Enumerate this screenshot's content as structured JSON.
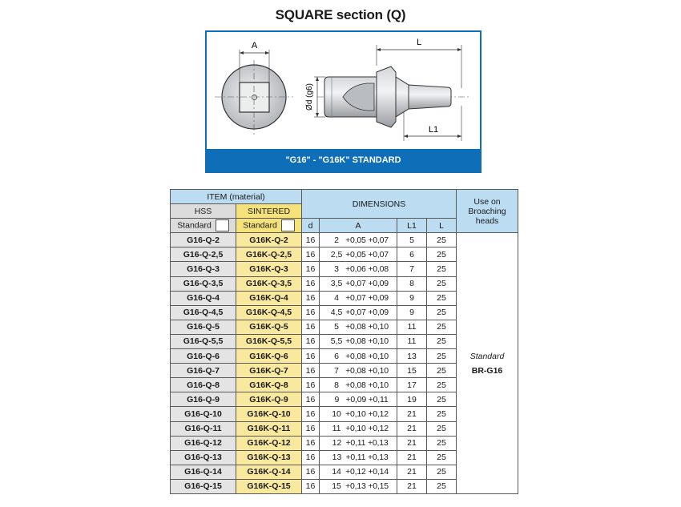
{
  "title": "SQUARE section (Q)",
  "drawing": {
    "label_a": "A",
    "label_l": "L",
    "label_l1": "L1",
    "label_d": "Ød (g6)",
    "banner": "\"G16\" - \"G16K\" STANDARD"
  },
  "table": {
    "item_header": "ITEM (material)",
    "hss": "HSS",
    "sintered": "SINTERED",
    "standard": "Standard",
    "dimensions": "DIMENSIONS",
    "use_on": "Use on Broaching heads",
    "col_d": "d",
    "col_a": "A",
    "col_l1": "L1",
    "col_l": "L",
    "use_standard": "Standard",
    "use_head": "BR-G16",
    "rows": [
      {
        "hss": "G16-Q-2",
        "sint": "G16K-Q-2",
        "d": "16",
        "a": "2",
        "tol": "+0,05 +0,07",
        "l1": "5",
        "l": "25"
      },
      {
        "hss": "G16-Q-2,5",
        "sint": "G16K-Q-2,5",
        "d": "16",
        "a": "2,5",
        "tol": "+0,05 +0,07",
        "l1": "6",
        "l": "25"
      },
      {
        "hss": "G16-Q-3",
        "sint": "G16K-Q-3",
        "d": "16",
        "a": "3",
        "tol": "+0,06 +0,08",
        "l1": "7",
        "l": "25"
      },
      {
        "hss": "G16-Q-3,5",
        "sint": "G16K-Q-3,5",
        "d": "16",
        "a": "3,5",
        "tol": "+0,07 +0,09",
        "l1": "8",
        "l": "25"
      },
      {
        "hss": "G16-Q-4",
        "sint": "G16K-Q-4",
        "d": "16",
        "a": "4",
        "tol": "+0,07 +0,09",
        "l1": "9",
        "l": "25"
      },
      {
        "hss": "G16-Q-4,5",
        "sint": "G16K-Q-4,5",
        "d": "16",
        "a": "4,5",
        "tol": "+0,07 +0,09",
        "l1": "9",
        "l": "25"
      },
      {
        "hss": "G16-Q-5",
        "sint": "G16K-Q-5",
        "d": "16",
        "a": "5",
        "tol": "+0,08 +0,10",
        "l1": "11",
        "l": "25"
      },
      {
        "hss": "G16-Q-5,5",
        "sint": "G16K-Q-5,5",
        "d": "16",
        "a": "5,5",
        "tol": "+0,08 +0,10",
        "l1": "11",
        "l": "25"
      },
      {
        "hss": "G16-Q-6",
        "sint": "G16K-Q-6",
        "d": "16",
        "a": "6",
        "tol": "+0,08 +0,10",
        "l1": "13",
        "l": "25"
      },
      {
        "hss": "G16-Q-7",
        "sint": "G16K-Q-7",
        "d": "16",
        "a": "7",
        "tol": "+0,08 +0,10",
        "l1": "15",
        "l": "25"
      },
      {
        "hss": "G16-Q-8",
        "sint": "G16K-Q-8",
        "d": "16",
        "a": "8",
        "tol": "+0,08 +0,10",
        "l1": "17",
        "l": "25"
      },
      {
        "hss": "G16-Q-9",
        "sint": "G16K-Q-9",
        "d": "16",
        "a": "9",
        "tol": "+0,09 +0,11",
        "l1": "19",
        "l": "25"
      },
      {
        "hss": "G16-Q-10",
        "sint": "G16K-Q-10",
        "d": "16",
        "a": "10",
        "tol": "+0,10 +0,12",
        "l1": "21",
        "l": "25"
      },
      {
        "hss": "G16-Q-11",
        "sint": "G16K-Q-11",
        "d": "16",
        "a": "11",
        "tol": "+0,10 +0,12",
        "l1": "21",
        "l": "25"
      },
      {
        "hss": "G16-Q-12",
        "sint": "G16K-Q-12",
        "d": "16",
        "a": "12",
        "tol": "+0,11 +0,13",
        "l1": "21",
        "l": "25"
      },
      {
        "hss": "G16-Q-13",
        "sint": "G16K-Q-13",
        "d": "16",
        "a": "13",
        "tol": "+0,11 +0,13",
        "l1": "21",
        "l": "25"
      },
      {
        "hss": "G16-Q-14",
        "sint": "G16K-Q-14",
        "d": "16",
        "a": "14",
        "tol": "+0,12 +0,14",
        "l1": "21",
        "l": "25"
      },
      {
        "hss": "G16-Q-15",
        "sint": "G16K-Q-15",
        "d": "16",
        "a": "15",
        "tol": "+0,13 +0,15",
        "l1": "21",
        "l": "25"
      }
    ]
  }
}
